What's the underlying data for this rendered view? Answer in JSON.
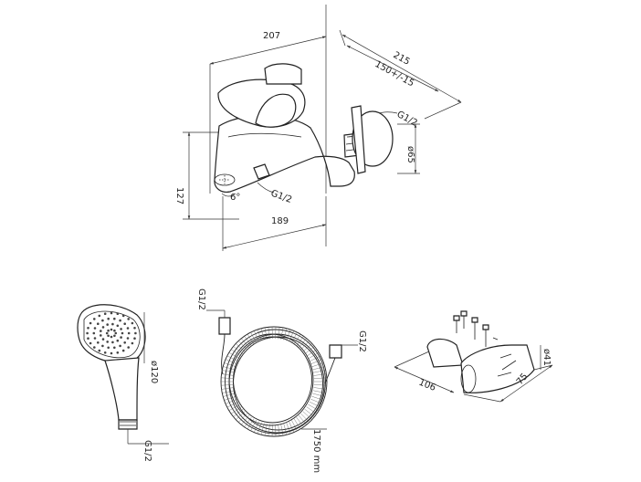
{
  "mixer": {
    "dims": {
      "width_total": "207",
      "depth_total": "215",
      "depth_adjust": "150+/-15",
      "spout_reach": "189",
      "height": "127",
      "outlet_diameter": "ø65",
      "outlet_thread": "G1/2",
      "bottom_thread": "G1/2",
      "spout_angle": "6°"
    }
  },
  "handshower": {
    "diameter": "ø120",
    "thread": "G1/2"
  },
  "hose": {
    "thread_left": "G1/2",
    "thread_right": "G1/2",
    "length": "1750 mm"
  },
  "holder": {
    "diameter": "ø41",
    "length": "106",
    "height": "75"
  }
}
